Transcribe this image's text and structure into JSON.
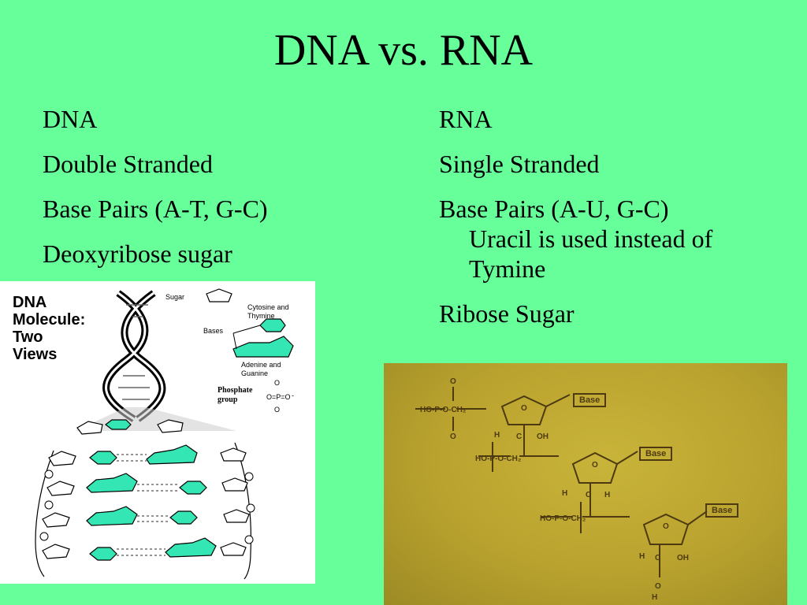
{
  "title": "DNA vs. RNA",
  "dna_column": {
    "heading": "DNA",
    "items": [
      "Double Stranded",
      "Base Pairs (A-T, G-C)",
      "Deoxyribose sugar"
    ]
  },
  "rna_column": {
    "heading": "RNA",
    "items": [
      "Single Stranded",
      "Base Pairs (A-U, G-C)"
    ],
    "sub_note": "Uracil is used instead of Tymine",
    "last_item": "Ribose Sugar"
  },
  "dna_figure": {
    "title": "DNA\nMolecule:\nTwo\nViews",
    "legend": {
      "sugar": "Sugar",
      "cytosine_thymine": "Cytosine and\nThymine",
      "bases": "Bases",
      "adenine_guanine": "Adenine and\nGuanine",
      "phosphate": "Phosphate\ngroup"
    },
    "colors": {
      "base": "#33e6b3",
      "background": "#ffffff"
    }
  },
  "rna_figure": {
    "base_label": "Base",
    "background_color": "#bfa932"
  }
}
